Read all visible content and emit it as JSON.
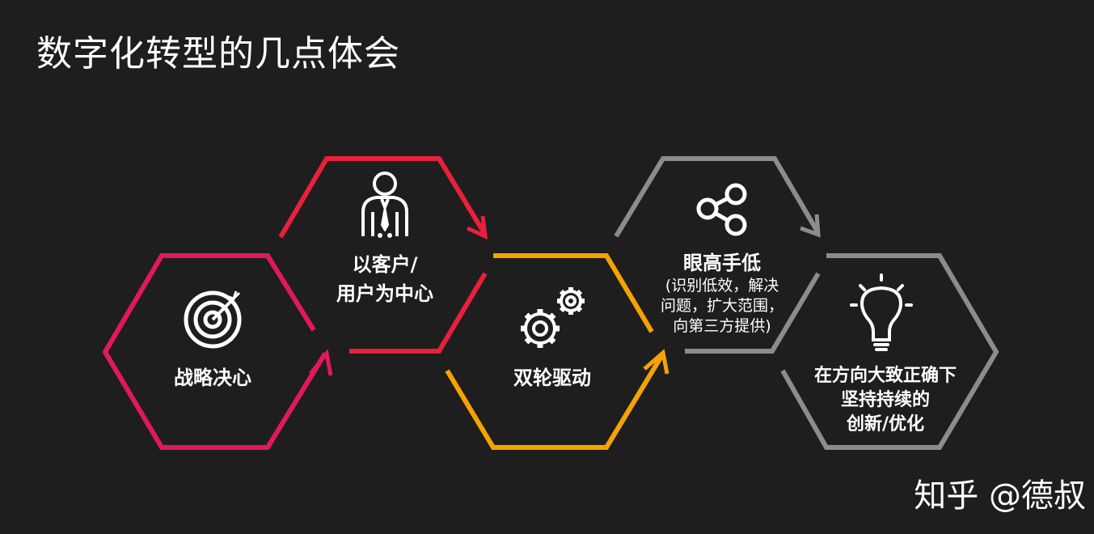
{
  "title": "数字化转型的几点体会",
  "colors": {
    "background": "#1e1e1e",
    "hex1": "#e0195a",
    "hex2": "#e8203a",
    "hex3": "#f5a300",
    "hex4": "#8c8c8c",
    "hex5": "#8c8c8c",
    "text": "#ffffff"
  },
  "steps": [
    {
      "icon": "target-icon",
      "lines": [
        "战略决心"
      ]
    },
    {
      "icon": "businessman-icon",
      "lines": [
        "以客户/",
        "用户为中心"
      ]
    },
    {
      "icon": "gears-icon",
      "lines": [
        "双轮驱动"
      ]
    },
    {
      "icon": "share-icon",
      "lines": [
        "眼高手低"
      ],
      "sublines": [
        "(识别低效，解决",
        "问题，扩大范围，",
        "向第三方提供)"
      ]
    },
    {
      "icon": "lightbulb-icon",
      "lines": [
        "在方向大致正确下",
        "坚持持续的",
        "创新/优化"
      ]
    }
  ],
  "watermark": "知乎 @德叔"
}
